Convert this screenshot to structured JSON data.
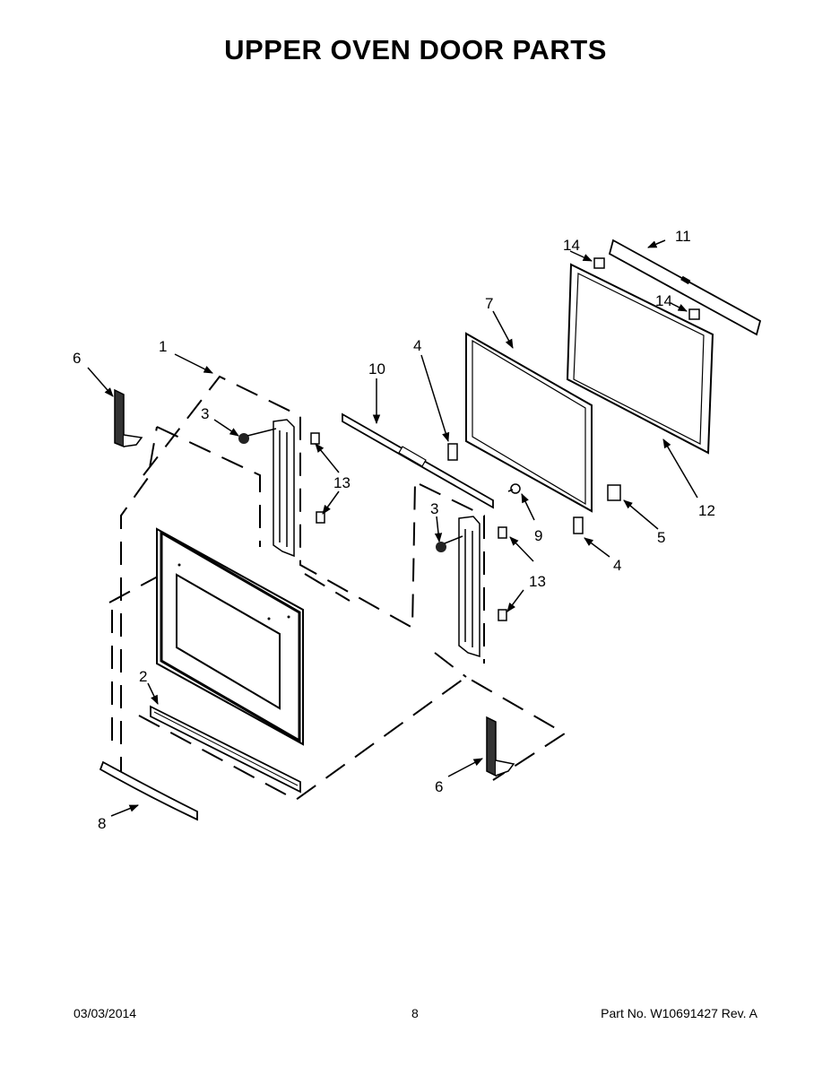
{
  "title": "UPPER OVEN DOOR PARTS",
  "callouts": {
    "c1": "1",
    "c2": "2",
    "c3a": "3",
    "c3b": "3",
    "c4a": "4",
    "c4b": "4",
    "c5": "5",
    "c6a": "6",
    "c6b": "6",
    "c7": "7",
    "c8": "8",
    "c9": "9",
    "c10": "10",
    "c11": "11",
    "c12": "12",
    "c13a": "13",
    "c13b": "13",
    "c14a": "14",
    "c14b": "14"
  },
  "footer": {
    "date": "03/03/2014",
    "page": "8",
    "part": "Part No.  W10691427  Rev.  A"
  }
}
